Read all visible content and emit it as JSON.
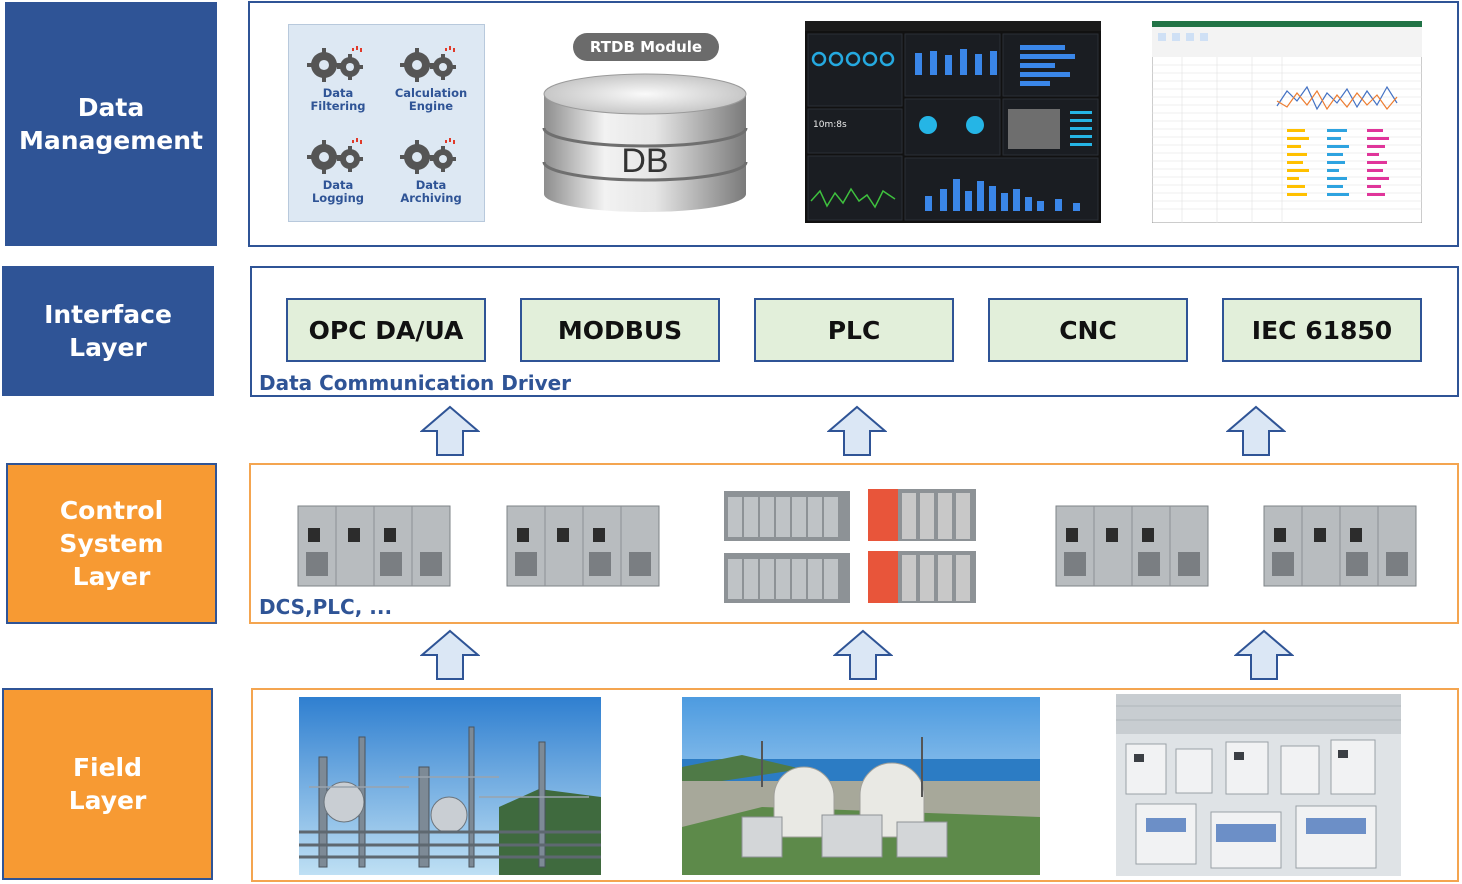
{
  "layers": {
    "data_management": "Data\nManagement",
    "interface": "Interface\nLayer",
    "control": "Control\nSystem\nLayer",
    "field": "Field\nLayer"
  },
  "data_functions": [
    {
      "label": "Data\nFiltering"
    },
    {
      "label": "Calculation\nEngine"
    },
    {
      "label": "Data\nLogging"
    },
    {
      "label": "Data\nArchiving"
    }
  ],
  "rtdb": {
    "module_label": "RTDB Module",
    "db_label": "DB"
  },
  "protocols": [
    "OPC DA/UA",
    "MODBUS",
    "PLC",
    "CNC",
    "IEC 61850"
  ],
  "interface_caption": "Data Communication Driver",
  "control_caption": "DCS,PLC, ...",
  "colors": {
    "layer_blue": "#2f5496",
    "layer_orange": "#f79a33",
    "protocol_fill": "#e2efda",
    "panel_orange_border": "#f4a550"
  },
  "field_images": [
    "refinery-photo",
    "nuclear-plant-photo",
    "factory-floor-photo"
  ]
}
